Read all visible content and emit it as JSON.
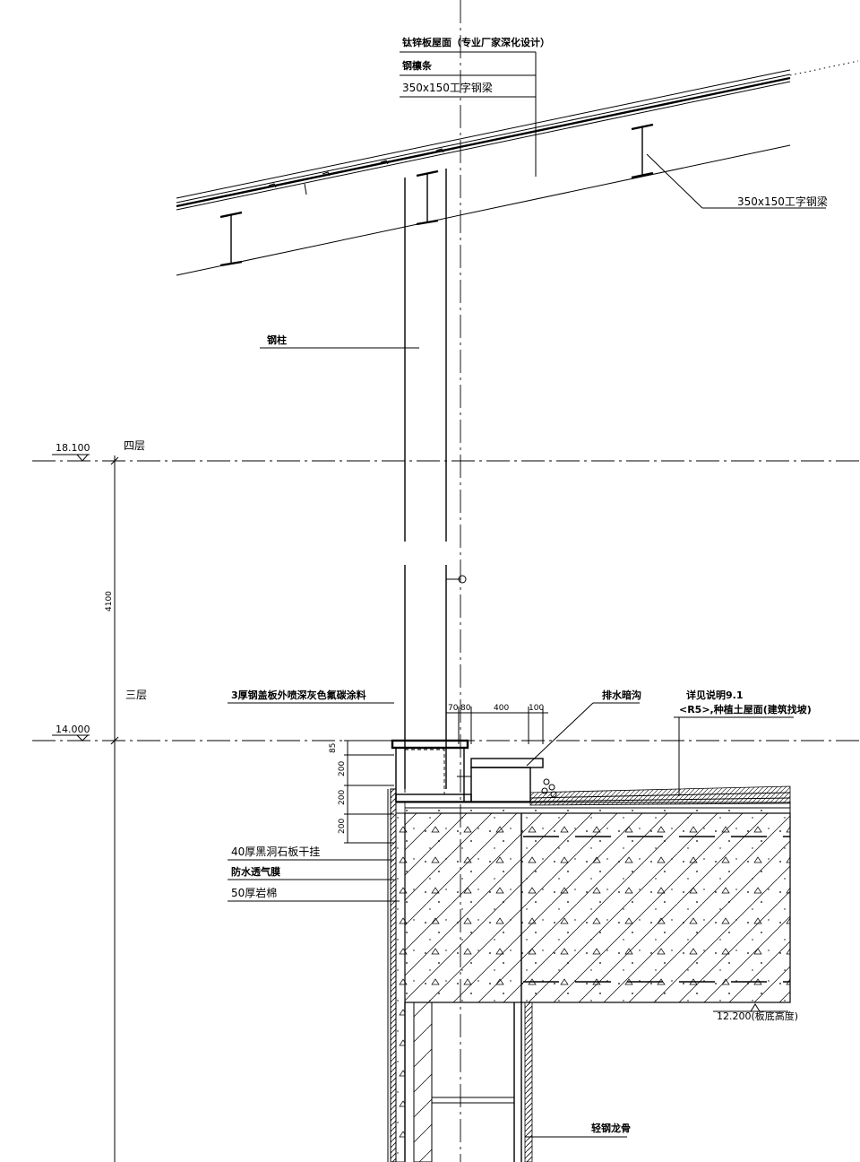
{
  "labels": {
    "roof_panel": "钛锌板屋面（专业厂家深化设计）",
    "purlin": "钢檩条",
    "beam_top": "350x150工字钢梁",
    "beam_right": "350x150工字钢梁",
    "column": "钢柱",
    "floor_4": "四层",
    "floor_3": "三层",
    "paint_note": "3厚钢盖板外喷深灰色氟碳涂料",
    "gutter": "排水暗沟",
    "see_note": "详见说明9.1",
    "roof_type": "<R5>,种植土屋面(建筑找坡)",
    "stone": "40厚黑洞石板干挂",
    "membrane": "防水透气膜",
    "rockwool": "50厚岩棉",
    "keel": "轻钢龙骨"
  },
  "elevations": {
    "el_18100": "18.100",
    "el_14000": "14.000",
    "el_12200": "12.200(板底高度)"
  },
  "dimensions": {
    "storey_height": "4100",
    "d_70": "70",
    "d_80": "80",
    "d_400": "400",
    "d_100": "100",
    "d_85": "85",
    "d_200a": "200",
    "d_200b": "200",
    "d_200c": "200"
  }
}
